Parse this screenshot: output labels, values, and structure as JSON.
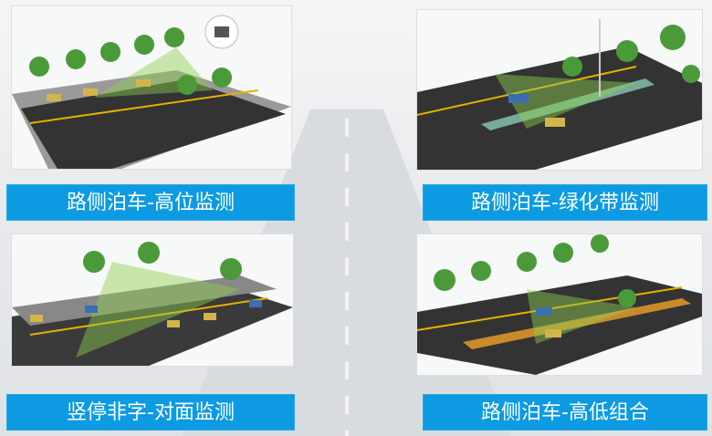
{
  "accent_color": "#0c9be2",
  "panels": [
    {
      "label": "路侧泊车-高位监测",
      "scene": "high-position-camera"
    },
    {
      "label": "路侧泊车-绿化带监测",
      "scene": "green-belt-camera"
    },
    {
      "label": "竖停非字-对面监测",
      "scene": "opposite-side-camera"
    },
    {
      "label": "路侧泊车-高低组合",
      "scene": "high-low-combination"
    }
  ]
}
